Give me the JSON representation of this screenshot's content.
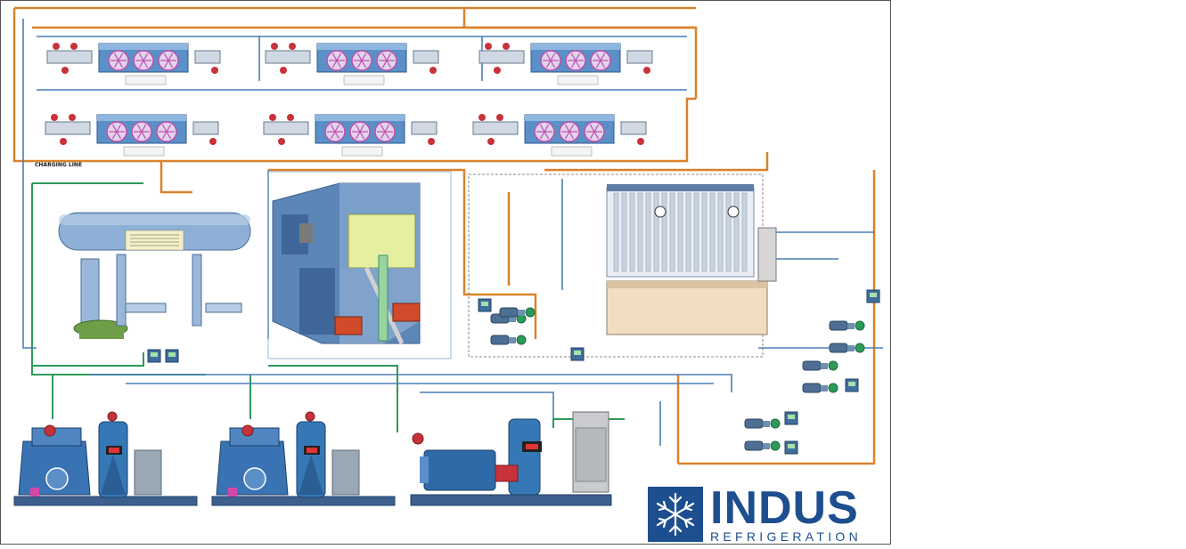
{
  "labels": {
    "charging_line": "CHARGING LINE"
  },
  "brand": {
    "name": "INDUS",
    "tagline": "REFRIGERATION",
    "color": "#1d4e8f"
  },
  "colors": {
    "hot_gas_line": "#d9822b",
    "liquid_line": "#2e9a5a",
    "suction_line": "#4a7fb5",
    "cold_line": "#7aa7cf",
    "vessel": "#8fb0d6",
    "valve_red": "#c8323a",
    "condenser_fan": "#c04fa8"
  },
  "icons": {
    "condenser_fan": "fan-icon",
    "logo_mark": "snowflake-icon",
    "valve": "valve-icon",
    "pump": "pump-icon",
    "control_panel": "panel-icon"
  }
}
